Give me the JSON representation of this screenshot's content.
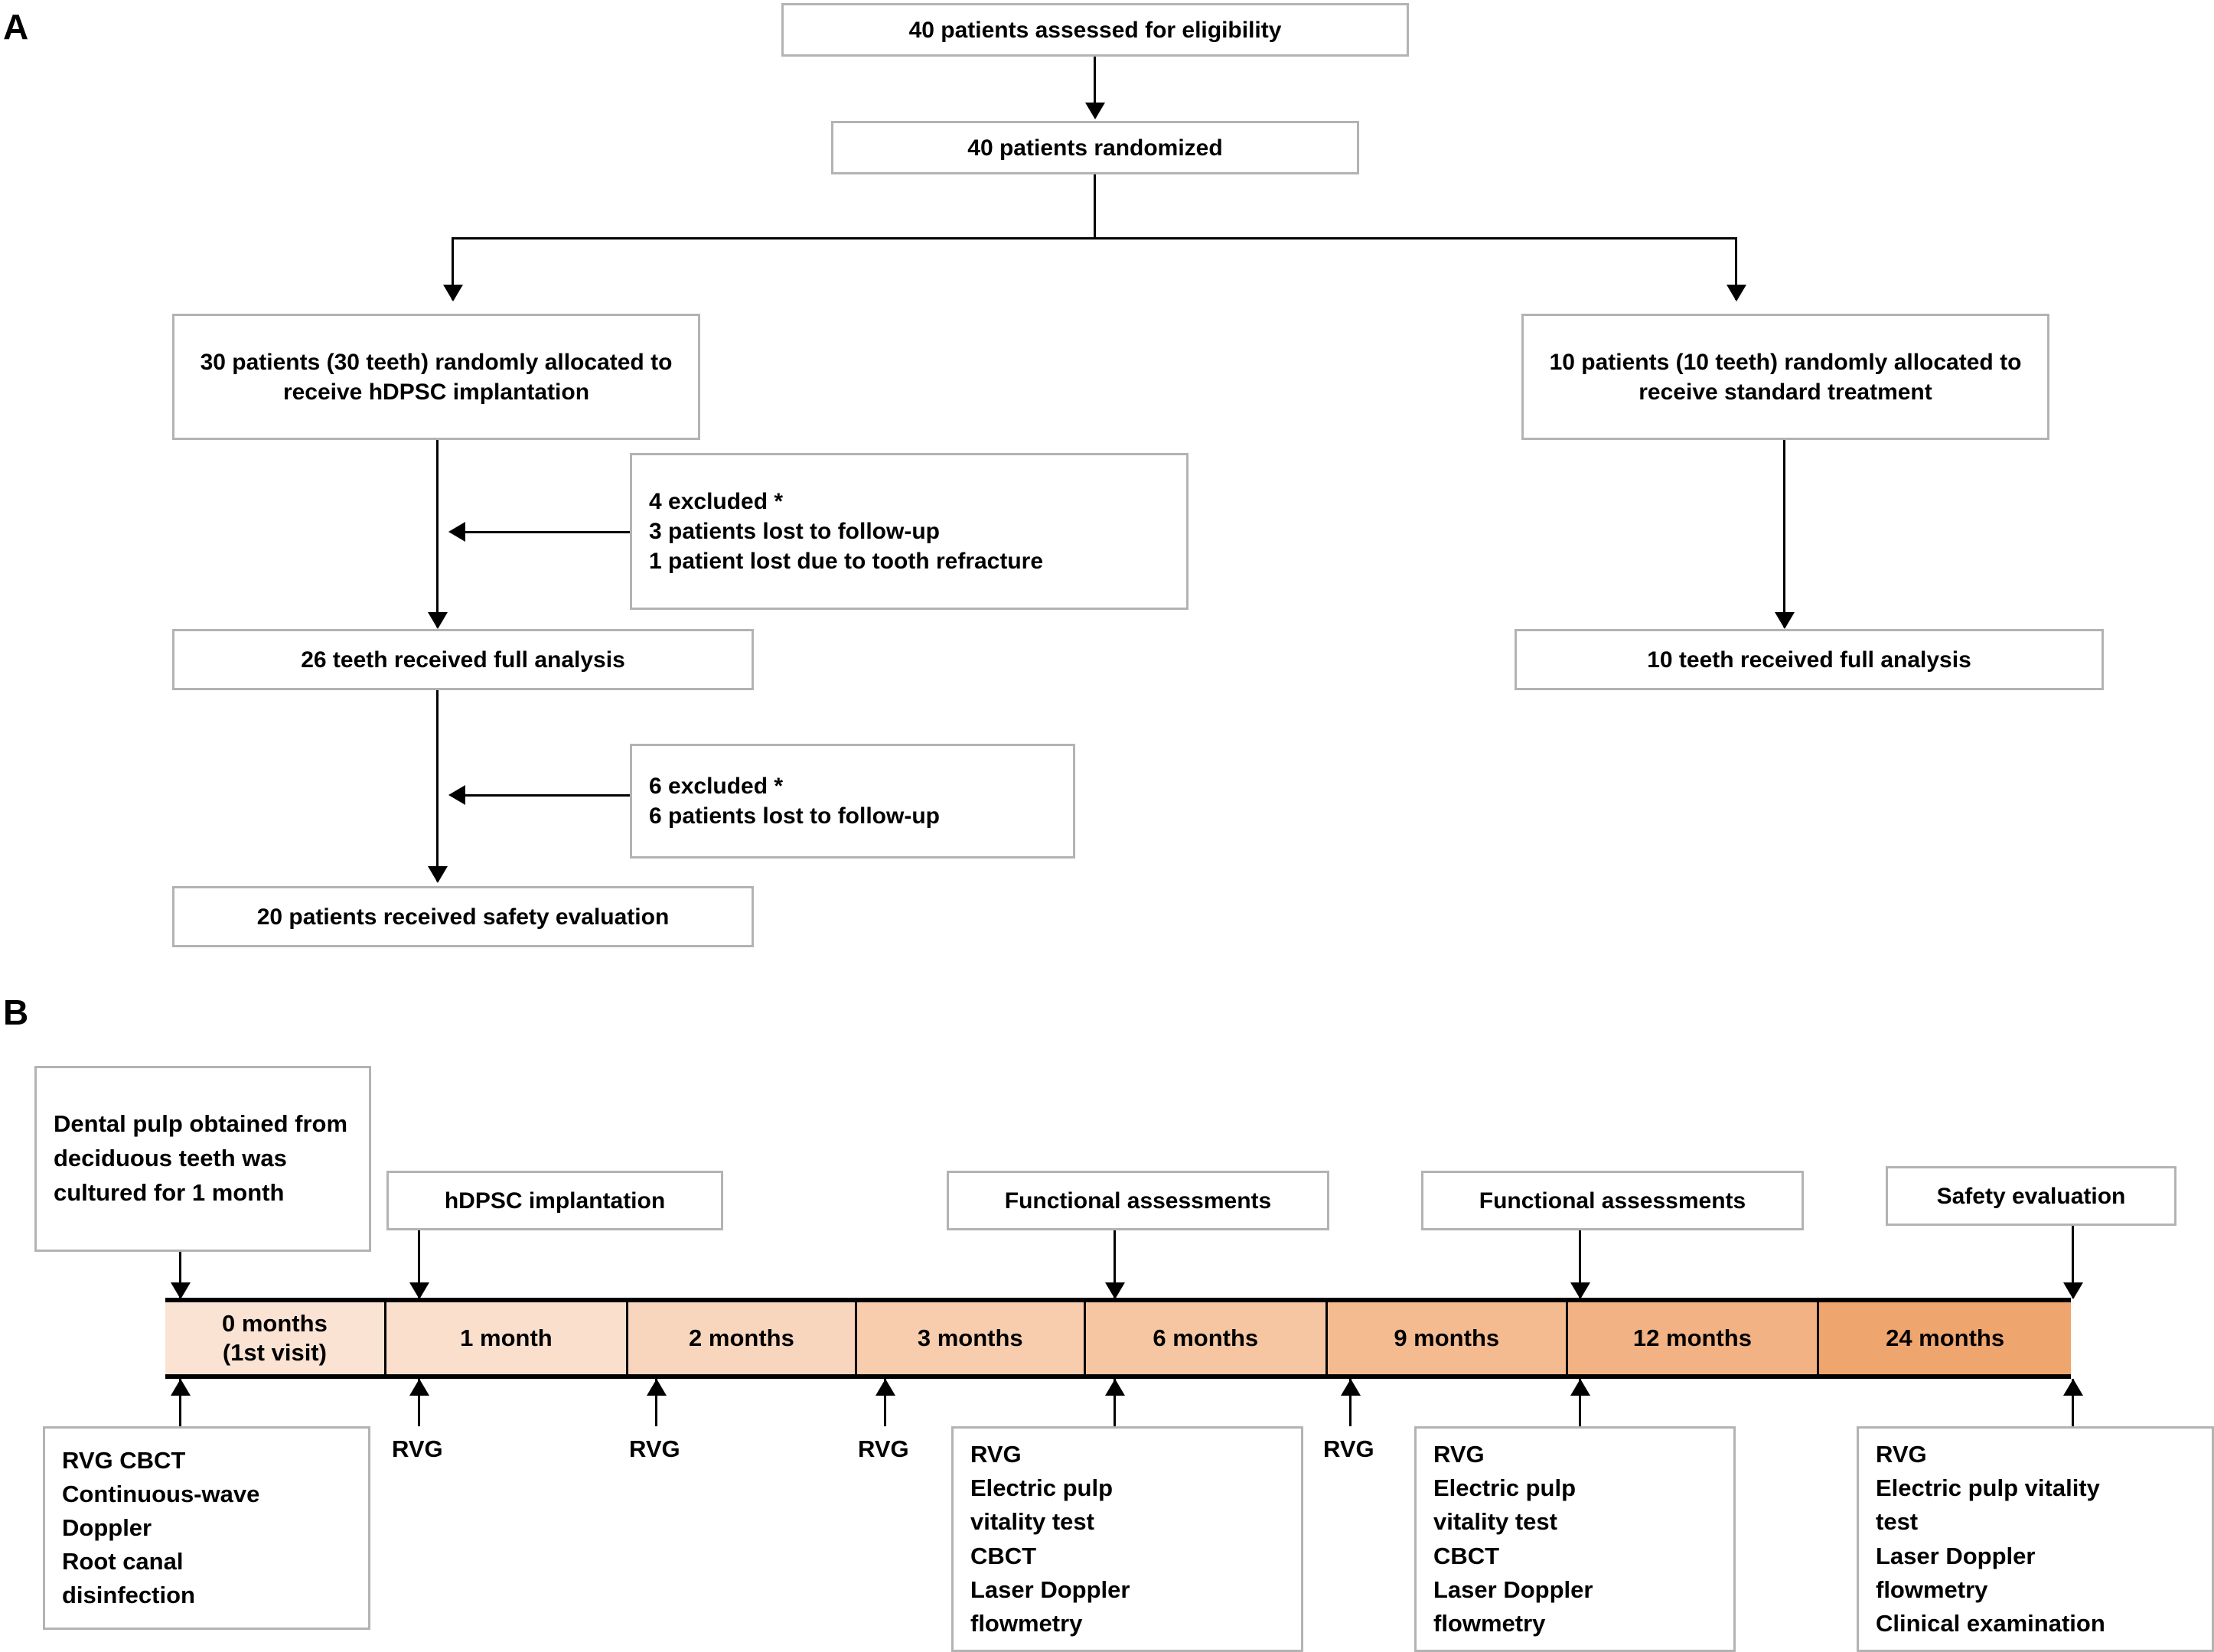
{
  "panels": {
    "a_label": "A",
    "b_label": "B"
  },
  "flow": {
    "eligibility": "40 patients assessed for eligibility",
    "randomized": "40 patients randomized",
    "arm_hdpsc": "30 patients (30 teeth) randomly allocated to receive hDPSC implantation",
    "arm_standard": "10 patients (10 teeth) randomly allocated to receive standard treatment",
    "exclusion_1": "4 excluded *\n3 patients lost to follow-up\n1 patient lost due to tooth refracture",
    "exclusion_2": "6 excluded *\n6 patients  lost to follow-up",
    "analysis_hdpsc": "26 teeth received full analysis",
    "analysis_standard": "10 teeth received full analysis",
    "safety": "20 patients received  safety evaluation"
  },
  "timeline": {
    "top_callouts": [
      "Dental pulp obtained from deciduous teeth was cultured for 1 month",
      "hDPSC implantation",
      "Functional assessments",
      "Functional assessments",
      "Safety evaluation"
    ],
    "segments": [
      "0 months\n(1st visit)",
      "1 month",
      "2 months",
      "3 months",
      "6 months",
      "9 months",
      "12 months",
      "24 months"
    ],
    "segment_colors": [
      "#fbe3d3",
      "#fadfcd",
      "#f8d5bd",
      "#f7cdae",
      "#f6c6a2",
      "#f4bb91",
      "#f2b283",
      "#efa56e"
    ],
    "bottom_callouts": [
      "RVG  CBCT\nContinuous-wave\nDoppler\nRoot canal\ndisinfection",
      "RVG",
      "RVG",
      "RVG",
      "RVG\nElectric pulp\nvitality test\nCBCT\nLaser Doppler\nflowmetry",
      "RVG",
      "RVG\nElectric pulp\nvitality test\nCBCT\nLaser Doppler\nflowmetry",
      "RVG\nElectric pulp vitality\ntest\nLaser Doppler\nflowmetry\nClinical examination"
    ]
  },
  "colors": {
    "box_border": "#b3b3b3",
    "line": "#000000",
    "background": "#ffffff"
  }
}
